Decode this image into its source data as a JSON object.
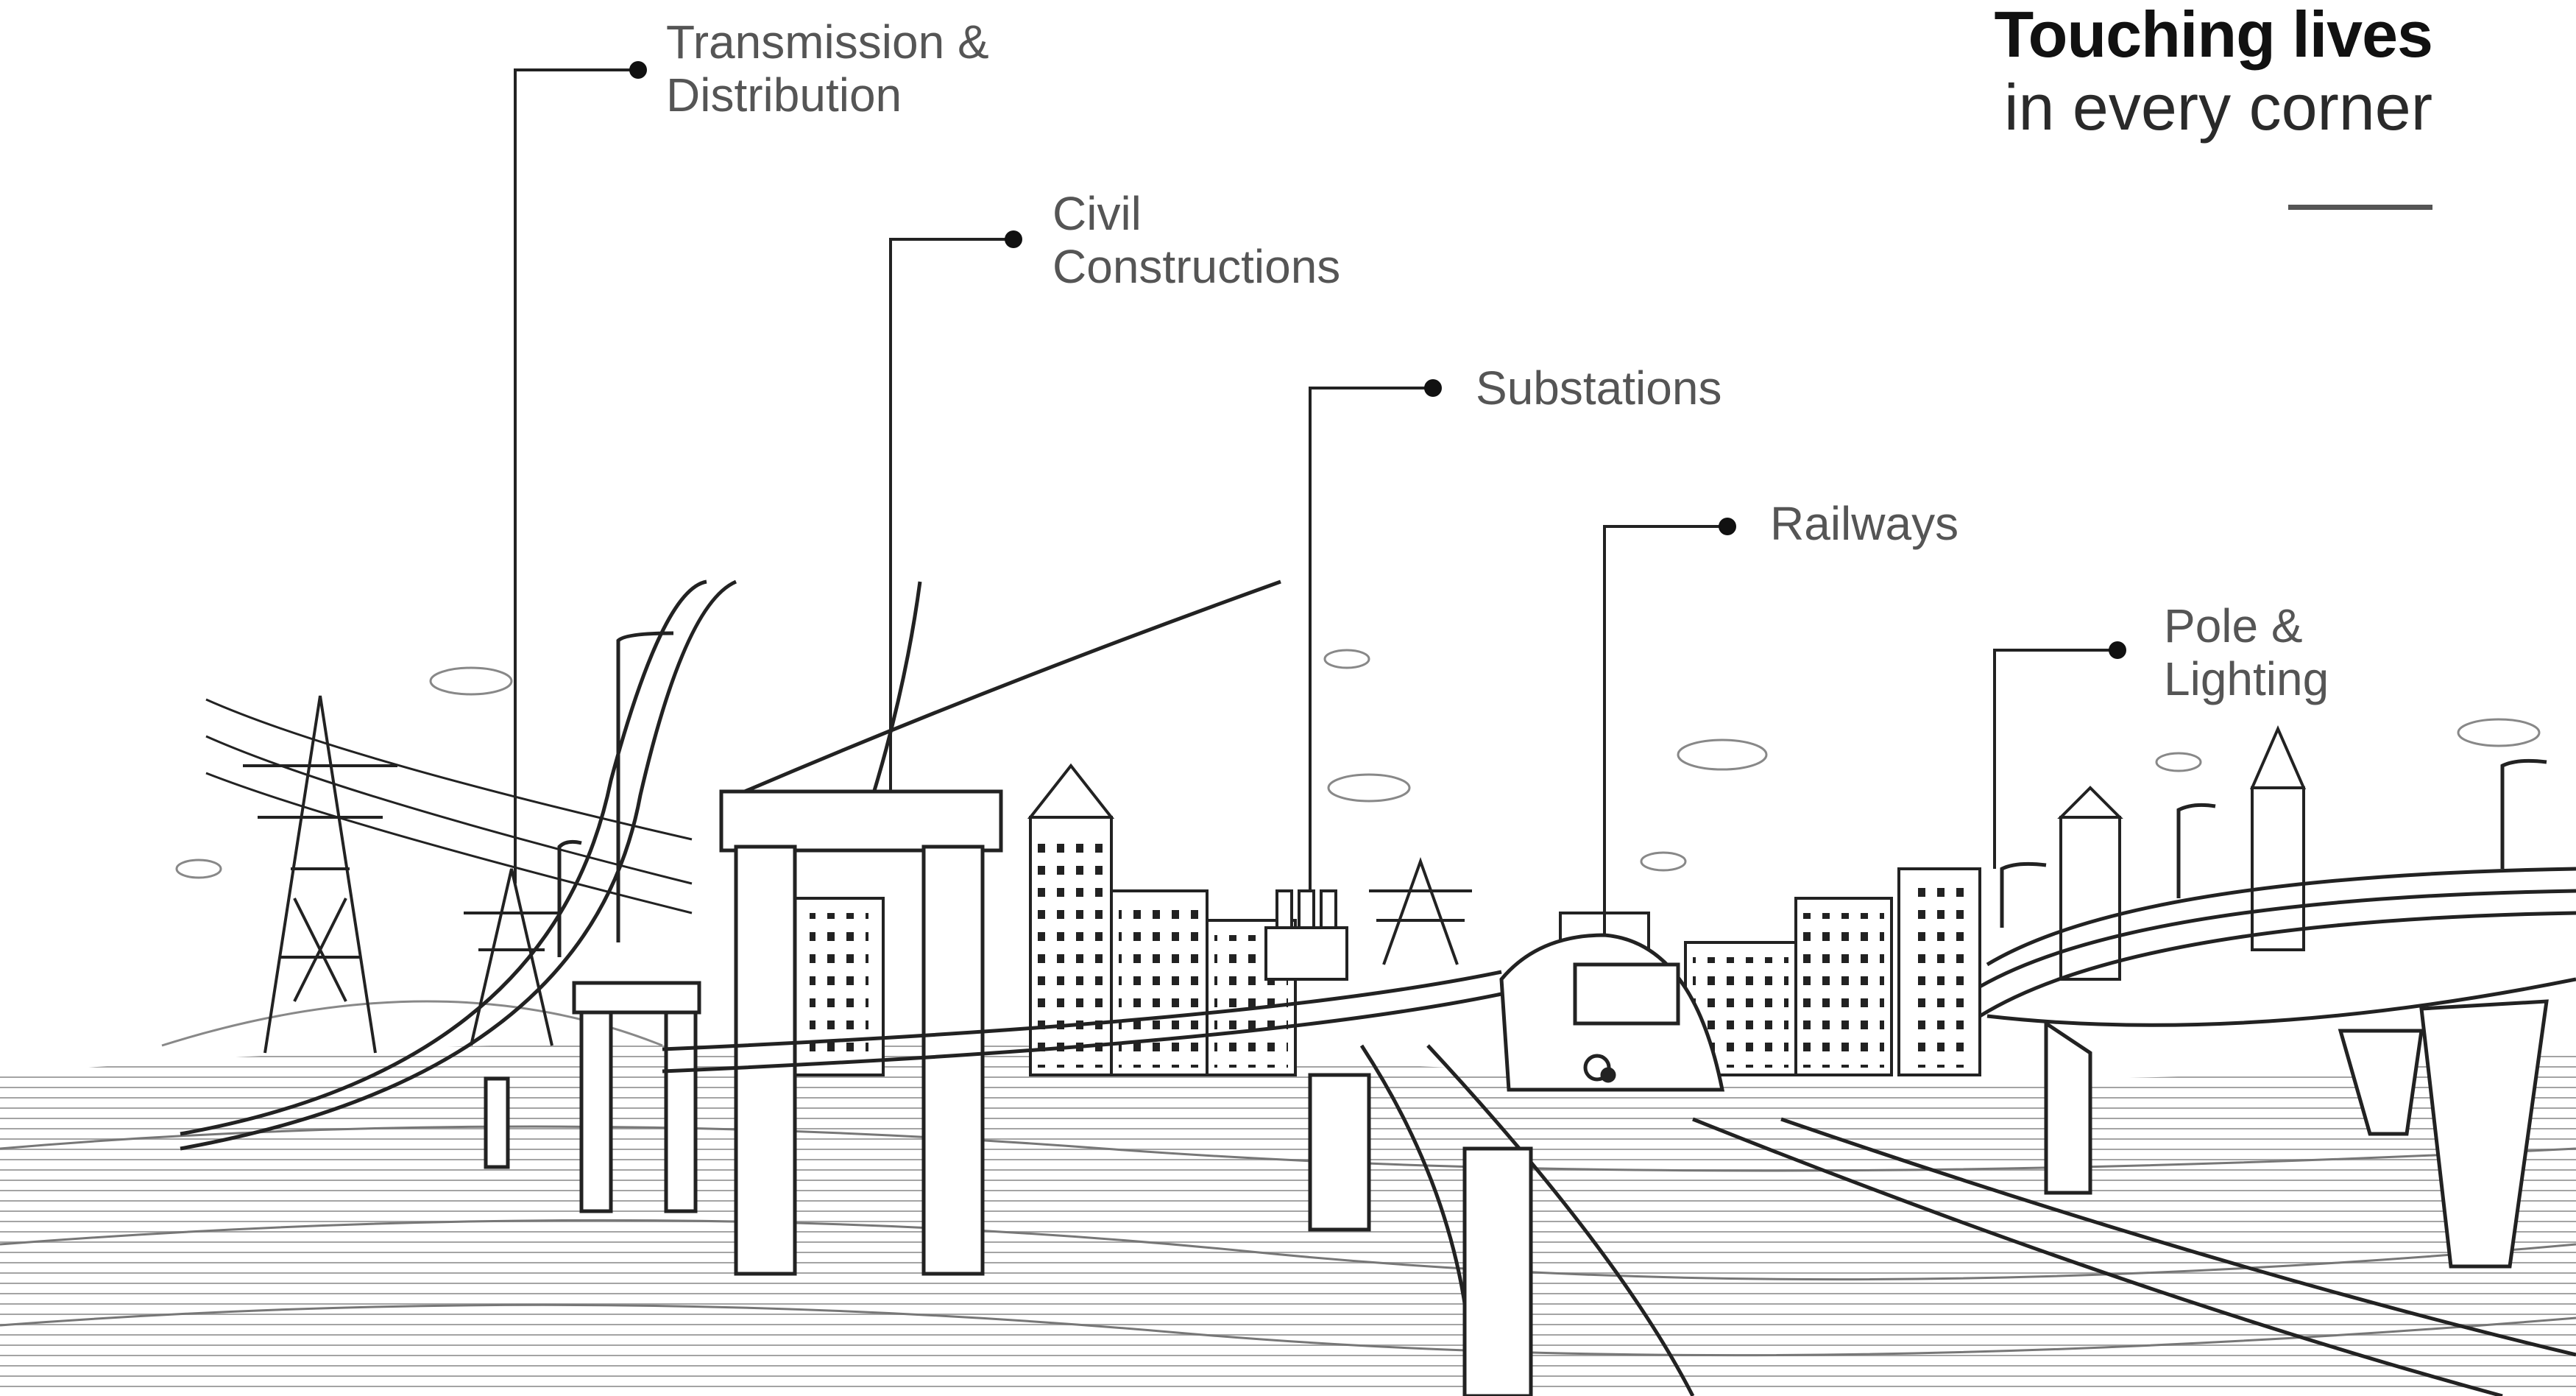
{
  "heading": {
    "line1": "Touching lives",
    "line2": "in every corner"
  },
  "callouts": [
    {
      "id": "transmission",
      "label": "Transmission &\nDistribution"
    },
    {
      "id": "civil",
      "label": "Civil\nConstructions"
    },
    {
      "id": "substations",
      "label": "Substations"
    },
    {
      "id": "railways",
      "label": "Railways"
    },
    {
      "id": "pole",
      "label": "Pole &\nLighting"
    }
  ],
  "colors": {
    "ink": "#111111",
    "label": "#555555",
    "background": "#ffffff"
  }
}
